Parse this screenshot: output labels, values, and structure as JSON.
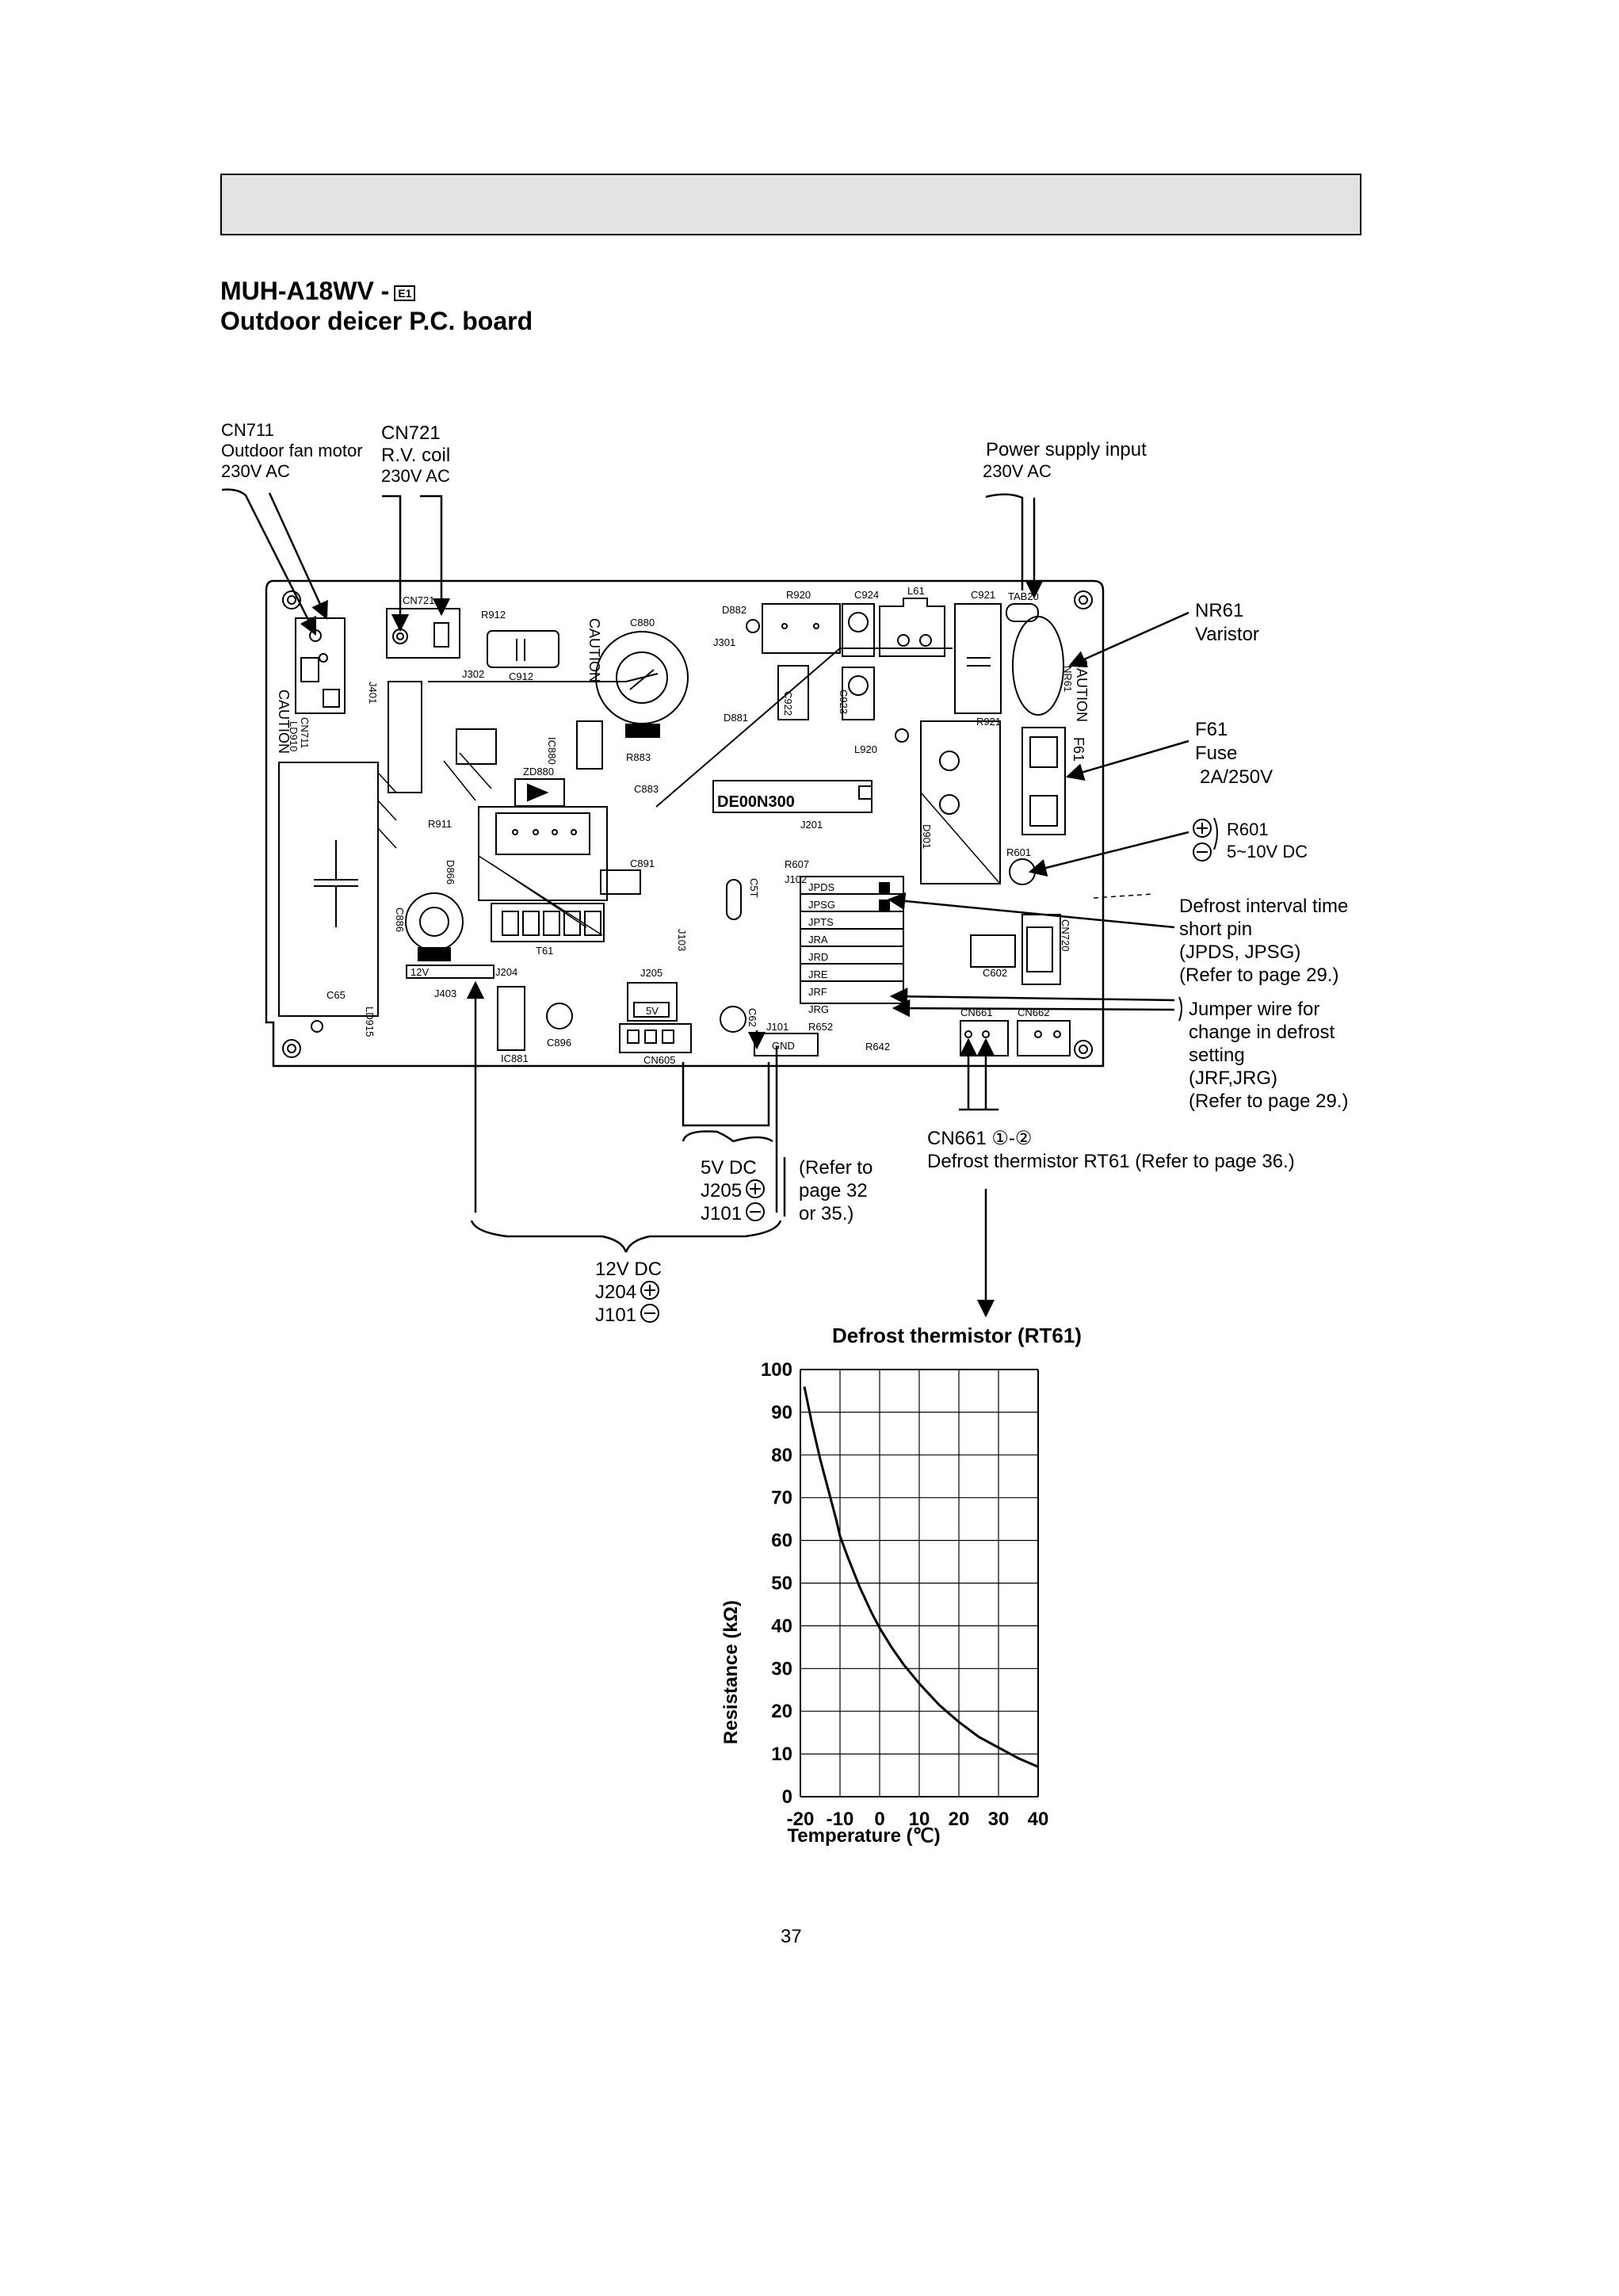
{
  "header": {
    "model": "MUH-A18WV -",
    "model_badge": "E1",
    "subtitle": "Outdoor deicer P.C. board"
  },
  "labels": {
    "cn711": "CN711",
    "cn711_desc": "Outdoor fan motor",
    "cn711_volt": "230V AC",
    "cn721": "CN721",
    "cn721_desc": "R.V. coil",
    "cn721_volt": "230V AC",
    "power_title": "Power supply input",
    "power_volt": "230V AC",
    "nr61": "NR61",
    "nr61_desc": "Varistor",
    "f61": "F61",
    "f61_desc": "Fuse",
    "f61_rating": "2A/250V",
    "r601": "R601",
    "r601_volt": "5~10V DC",
    "defrost_pin_1": "Defrost interval time",
    "defrost_pin_2": "short pin",
    "defrost_pin_3": "(JPDS, JPSG)",
    "defrost_pin_4": "(Refer to page 29.)",
    "jumper_1": "Jumper wire for",
    "jumper_2": "change in defrost",
    "jumper_3": "setting",
    "jumper_4": "(JRF,JRG)",
    "jumper_5": "(Refer to page 29.)",
    "cn661": "CN661 ①-②",
    "cn661_desc": "Defrost thermistor RT61 (Refer to page 36.)",
    "v5_1": "5V DC",
    "v5_2": "J205",
    "v5_3": "J101",
    "refer_1": "(Refer to",
    "refer_2": "page 32",
    "refer_3": "or 35.)",
    "v12_1": "12V DC",
    "v12_2": "J204",
    "v12_3": "J101"
  },
  "board_marks": {
    "caution": "CAUTION",
    "part_no": "DE00N300",
    "cn711": "CN711",
    "cn721": "CN721",
    "r912": "R912",
    "c912": "C912",
    "j302": "J302",
    "c880": "C880",
    "d882": "D882",
    "j301": "J301",
    "r920": "R920",
    "c924": "C924",
    "l61": "L61",
    "c921": "C921",
    "tab20": "TAB20",
    "nr61": "NR61",
    "f61": "F61",
    "r921": "R921",
    "l920": "L920",
    "ic880": "IC880",
    "zd880": "ZD880",
    "r883": "R883",
    "c883": "C883",
    "d881": "D881",
    "c922": "C922",
    "c923": "C923",
    "j201": "J201",
    "r607": "R607",
    "j102": "J102",
    "jpds": "JPDS",
    "jpsg": "JPSG",
    "jpts": "JPTS",
    "jra": "JRA",
    "jrd": "JRD",
    "jre": "JRE",
    "jrf": "JRF",
    "jrg": "JRG",
    "r652": "R652",
    "r642": "R642",
    "r601": "R601",
    "cn661": "CN661",
    "cn662": "CN662",
    "c602": "C602",
    "cn720": "CN720",
    "d901": "D901",
    "c891": "C891",
    "t61": "T61",
    "r911": "R911",
    "d866": "D866",
    "c886": "C886",
    "j204": "J204",
    "j403": "J403",
    "v12": "12V",
    "c65": "C65",
    "ld915": "LD915",
    "ld910": "LD910",
    "j401": "J401",
    "ic881": "IC881",
    "c896": "C896",
    "j205": "J205",
    "v5": "5V",
    "cn605": "CN605",
    "j101": "J101",
    "gnd": "GND",
    "c62": "C62",
    "j103": "J103",
    "c5t": "C5T"
  },
  "chart_data": {
    "type": "line",
    "title": "Defrost thermistor  (RT61)",
    "xlabel": "Temperature  (℃)",
    "ylabel": "Resistance  (kΩ)",
    "xlim": [
      -20,
      40
    ],
    "ylim": [
      0,
      100
    ],
    "xticks": [
      -20,
      -10,
      0,
      10,
      20,
      30,
      40
    ],
    "xtick_labels": [
      "-20",
      "-10",
      "0",
      "10",
      "20",
      "30",
      "40"
    ],
    "yticks": [
      0,
      10,
      20,
      30,
      40,
      50,
      60,
      70,
      80,
      90,
      100
    ],
    "grid": true,
    "series": [
      {
        "x": [
          -19,
          -17,
          -15,
          -13,
          -11,
          -10,
          -8,
          -5,
          -2,
          0,
          3,
          6,
          10,
          15,
          20,
          25,
          30,
          35,
          40
        ],
        "y": [
          96,
          87,
          79,
          72,
          65,
          61,
          56,
          49,
          43,
          39.5,
          35,
          31,
          26.5,
          21.5,
          17.5,
          14,
          11.5,
          9,
          7
        ]
      }
    ]
  },
  "page": {
    "number": "37"
  }
}
